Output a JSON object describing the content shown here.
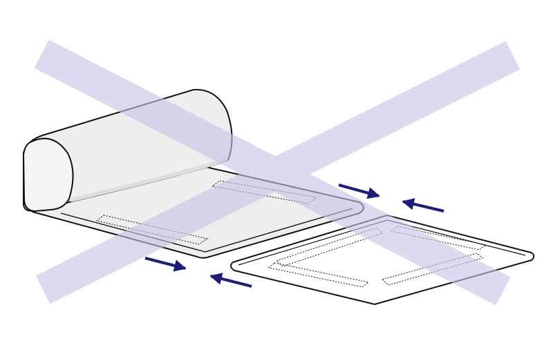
{
  "diagram": {
    "colors": {
      "background": "#ffffff",
      "outline": "#111111",
      "roll_fill": "#eeeeee",
      "roll_shade": "#dedede",
      "sheet_fill": "#ffffff",
      "cross_mark": "#c9c2e4",
      "arrow": "#1e1e78"
    },
    "icons": [
      "cross-out-mark",
      "push-together-arrow"
    ],
    "elements": [
      "rolled-sheet",
      "flat-panel",
      "joint-arrows"
    ]
  }
}
